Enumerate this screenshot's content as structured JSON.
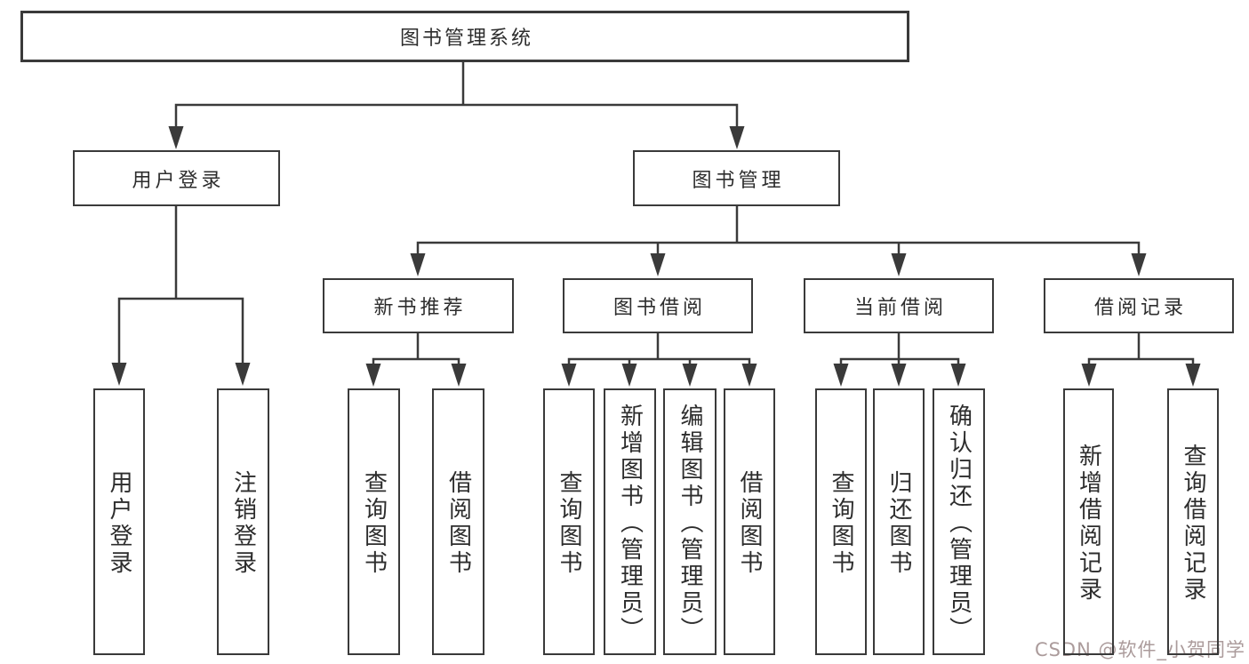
{
  "diagram_title": "图书管理系统",
  "tree": {
    "root": {
      "label": "图书管理系统"
    },
    "branches": [
      {
        "label": "用户登录",
        "leaves": [
          {
            "label": "用户登录"
          },
          {
            "label": "注销登录"
          }
        ]
      },
      {
        "label": "图书管理",
        "groups": [
          {
            "label": "新书推荐",
            "leaves": [
              {
                "label": "查询图书"
              },
              {
                "label": "借阅图书"
              }
            ]
          },
          {
            "label": "图书借阅",
            "leaves": [
              {
                "label": "查询图书"
              },
              {
                "label": "新增图书（管理员）"
              },
              {
                "label": "编辑图书（管理员）"
              },
              {
                "label": "借阅图书"
              }
            ]
          },
          {
            "label": "当前借阅",
            "leaves": [
              {
                "label": "查询图书"
              },
              {
                "label": "归还图书"
              },
              {
                "label": "确认归还（管理员）"
              }
            ]
          },
          {
            "label": "借阅记录",
            "leaves": [
              {
                "label": "新增借阅记录"
              },
              {
                "label": "查询借阅记录"
              }
            ]
          }
        ]
      }
    ]
  },
  "watermark": {
    "text": "CSDN @软件_小贺同学"
  },
  "colors": {
    "background": "#ffffff",
    "line": "#3a3a3a",
    "text": "#2d2d2d",
    "watermark": "#ab9b9b"
  }
}
